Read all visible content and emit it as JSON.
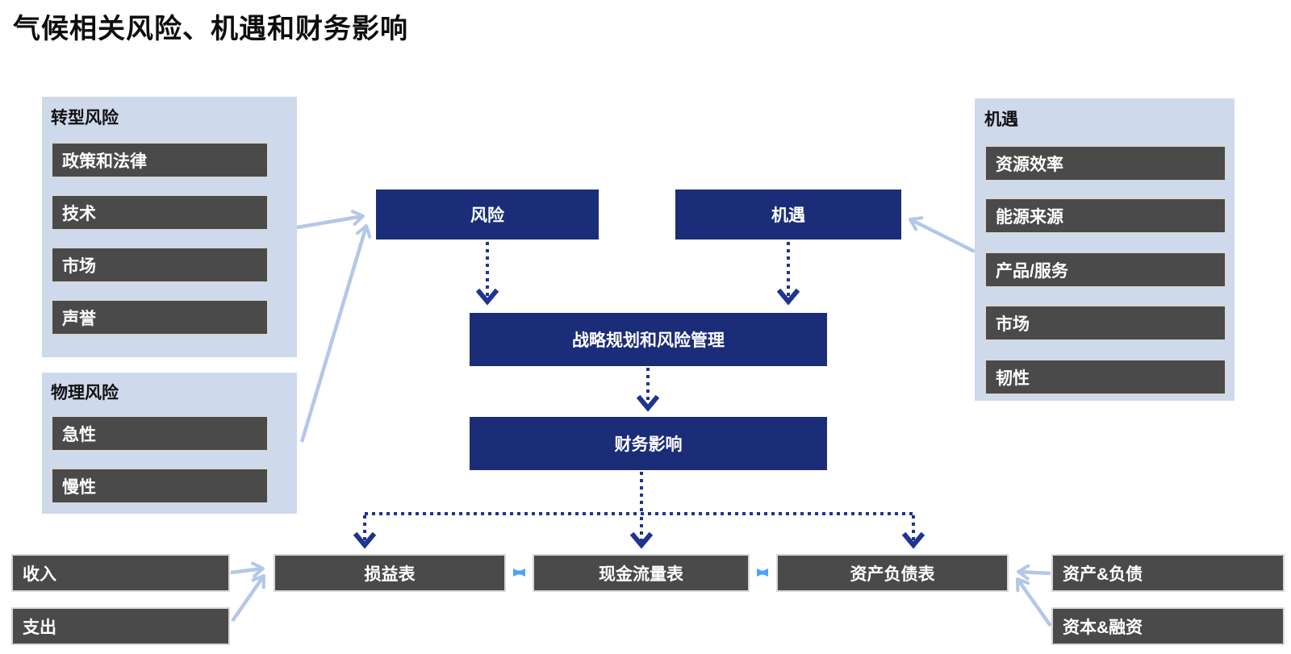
{
  "title": "气候相关风险、机遇和财务影响",
  "colors": {
    "navy_box": "#1b2d78",
    "dark_gray_box": "#4a4a4a",
    "panel_light_blue": "#cfd9ec",
    "arrow_light_blue": "#b4c7e7",
    "arrow_bright_blue": "#4da3f7",
    "arrow_dotted_navy": "#1e3490",
    "box_text": "#ffffff",
    "title_text": "#0d0d0d"
  },
  "panels": {
    "transition": {
      "header": "转型风险",
      "items": [
        "政策和法律",
        "技术",
        "市场",
        "声誉"
      ]
    },
    "physical": {
      "header": "物理风险",
      "items": [
        "急性",
        "慢性"
      ]
    },
    "opportunity": {
      "header": "机遇",
      "items": [
        "资源效率",
        "能源来源",
        "产品/服务",
        "市场",
        "韧性"
      ]
    }
  },
  "flow": {
    "risk": "风险",
    "opportunity": "机遇",
    "strategy": "战略规划和风险管理",
    "financial_impact": "财务影响"
  },
  "statements": {
    "income": "收入",
    "expense": "支出",
    "pnl": "损益表",
    "cashflow": "现金流量表",
    "balance_sheet": "资产负债表",
    "assets_liabilities": "资产&负债",
    "capital_financing": "资本&融资"
  }
}
